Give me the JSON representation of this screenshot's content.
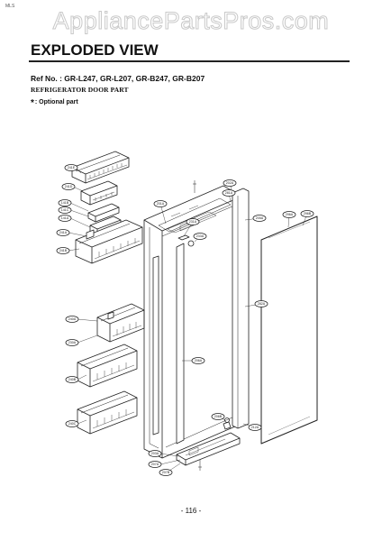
{
  "watermark": "AppliancePartsPros.com",
  "corner_mark": "MLS",
  "header": {
    "title": "EXPLODED VIEW",
    "ref": "Ref No. : GR-L247, GR-L207, GR-B247, GR-B207",
    "subtitle": "REFRIGERATOR DOOR PART",
    "note_star": "*",
    "note": ": Optional part"
  },
  "callouts": [
    {
      "id": "c1",
      "text": "241E"
    },
    {
      "id": "c2",
      "text": "241D"
    },
    {
      "id": "c3",
      "text": "141B"
    },
    {
      "id": "c4",
      "text": "141C"
    },
    {
      "id": "c5",
      "text": "141A"
    },
    {
      "id": "c6",
      "text": "241A"
    },
    {
      "id": "c7",
      "text": "241B"
    },
    {
      "id": "c8",
      "text": "201A"
    },
    {
      "id": "c9",
      "text": "202A"
    },
    {
      "id": "c10",
      "text": "281A"
    },
    {
      "id": "c11",
      "text": "240A"
    },
    {
      "id": "c12",
      "text": "240B"
    },
    {
      "id": "c13",
      "text": "240C"
    },
    {
      "id": "c14",
      "text": "230A"
    },
    {
      "id": "c15",
      "text": "231A"
    },
    {
      "id": "c16",
      "text": "233A"
    },
    {
      "id": "c17",
      "text": "205A"
    },
    {
      "id": "c18",
      "text": "296A"
    },
    {
      "id": "c19",
      "text": "296B"
    },
    {
      "id": "c20",
      "text": "282A"
    },
    {
      "id": "c21",
      "text": "206A"
    },
    {
      "id": "c22",
      "text": "206B"
    },
    {
      "id": "c23",
      "text": "212A"
    },
    {
      "id": "c24",
      "text": "203A"
    },
    {
      "id": "c25",
      "text": "207A"
    },
    {
      "id": "c26",
      "text": "207B"
    }
  ],
  "page_number": "- 116 -"
}
